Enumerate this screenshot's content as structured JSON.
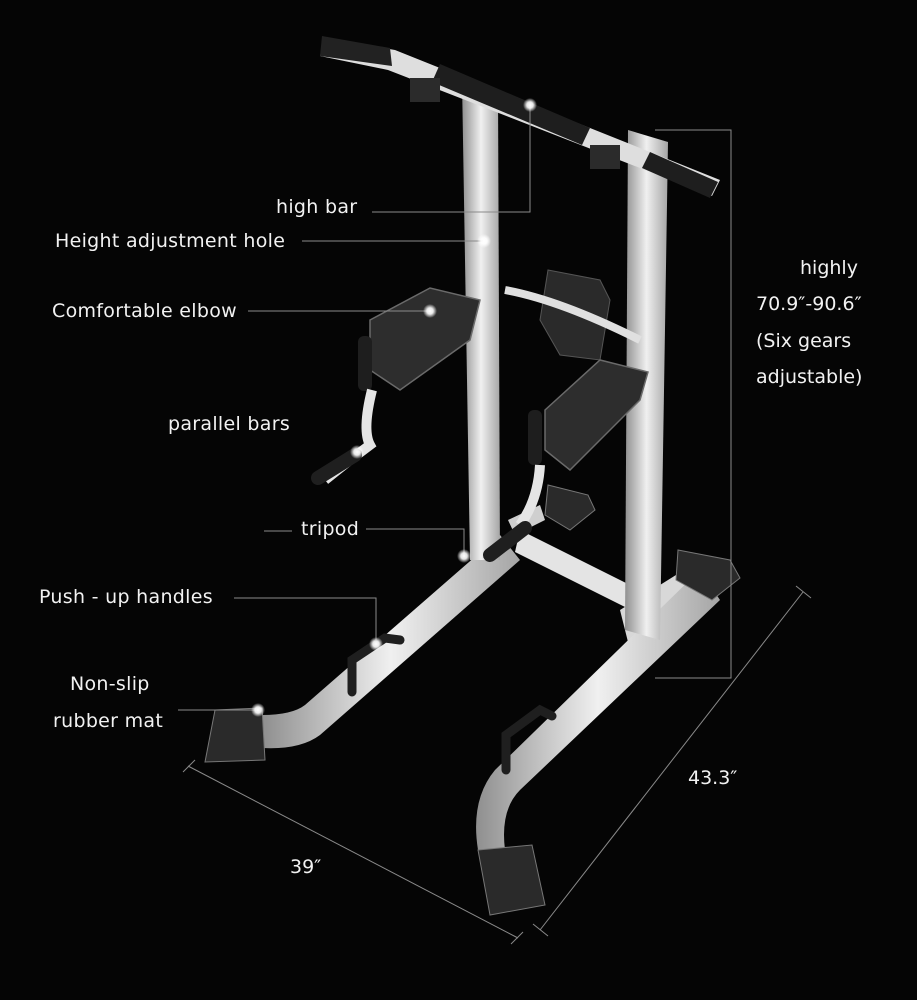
{
  "labels": {
    "high_bar": "high bar",
    "height_hole": "Height adjustment hole",
    "elbow": "Comfortable elbow",
    "parallel_bars": "parallel bars",
    "tripod": "tripod",
    "pushup": "Push - up handles",
    "mat_line1": "Non-slip",
    "mat_line2": "rubber mat"
  },
  "dimensions": {
    "height_line1": "highly",
    "height_line2": "70.9″-90.6″",
    "height_line3": "(Six gears",
    "height_line4": "adjustable)",
    "width": "39″",
    "depth": "43.3″"
  },
  "colors": {
    "background": "#050505",
    "frame": "#e6e6e6",
    "frame_shade": "#9a9a9a",
    "pad": "#2a2a2a",
    "text": "#f2f2f2",
    "leader": "#8a8a8a"
  }
}
